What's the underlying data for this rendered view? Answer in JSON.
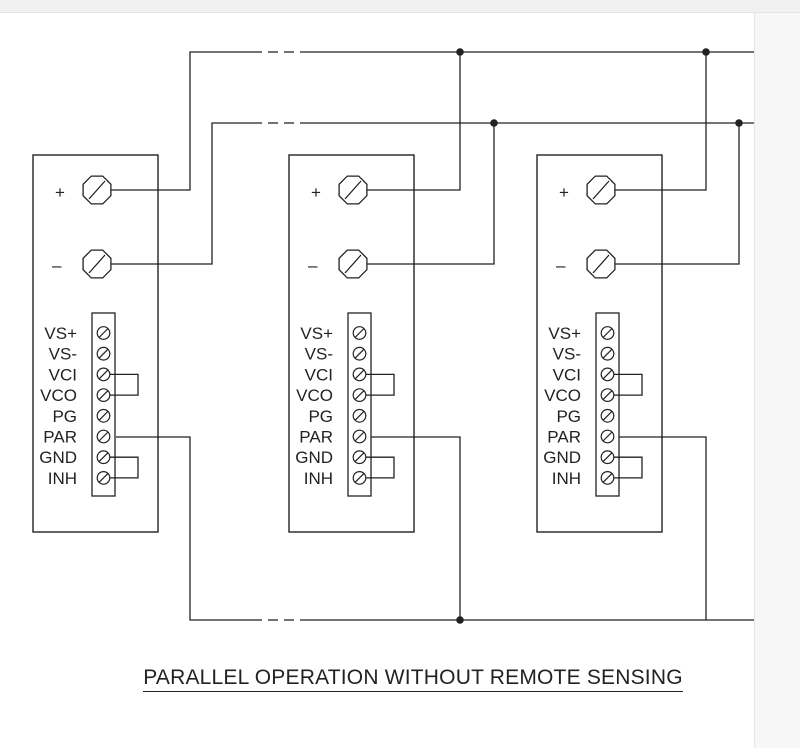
{
  "caption": "PARALLEL OPERATION WITHOUT REMOTE SENSING",
  "units": [
    {
      "pins": [
        "VS+",
        "VS-",
        "VCI",
        "VCO",
        "PG",
        "PAR",
        "GND",
        "INH"
      ]
    },
    {
      "pins": [
        "VS+",
        "VS-",
        "VCI",
        "VCO",
        "PG",
        "PAR",
        "GND",
        "INH"
      ]
    },
    {
      "pins": [
        "VS+",
        "VS-",
        "VCI",
        "VCO",
        "PG",
        "PAR",
        "GND",
        "INH"
      ]
    }
  ],
  "terminal_symbols": {
    "plus": "+",
    "minus": "–"
  }
}
